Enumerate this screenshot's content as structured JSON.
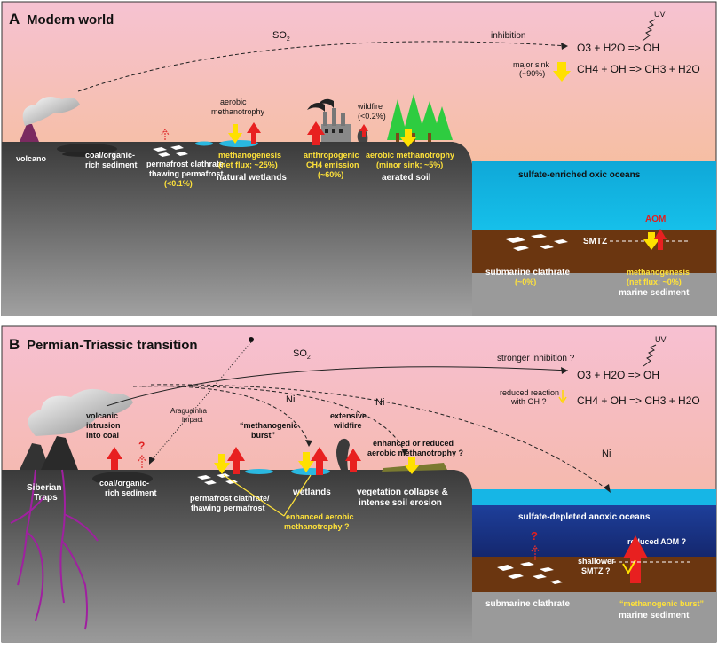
{
  "panelA": {
    "letter": "A",
    "title": "Modern world",
    "so2": "SO",
    "so2_sub": "2",
    "inhibition": "inhibition",
    "uv": "UV",
    "eq1": "O3 + H2O => OH",
    "eq2": "CH4 + OH => CH3 + H2O",
    "major_sink": "major sink",
    "major_sink_pct": "(~90%)",
    "volcano": "volcano",
    "coal1": "coal/organic-",
    "coal2": "rich sediment",
    "perma1": "permafrost clathrate/",
    "perma2": "thawing permafrost",
    "perma3": "(<0.1%)",
    "aerobic1": "aerobic",
    "aerobic2": "methanotrophy",
    "methanogenesis": "methanogenesis",
    "methano_flux": "(net flux; ~25%)",
    "natural_wetlands": "natural wetlands",
    "anthro1": "anthropogenic",
    "anthro2": "CH4 emission",
    "anthro3": "(~60%)",
    "wildfire1": "wildfire",
    "wildfire2": "(<0.2%)",
    "aerobic_methano": "aerobic methanotrophy",
    "minor_sink": "(minor sink; ~5%)",
    "aerated_soil": "aerated soil",
    "oceans": "sulfate-enriched oxic oceans",
    "aom": "AOM",
    "smtz": "SMTZ",
    "submarine": "submarine clathrate",
    "submarine_pct": "(~0%)",
    "marine_methano": "methanogenesis",
    "marine_flux": "(net flux; ~0%)",
    "marine_sediment": "marine sediment"
  },
  "panelB": {
    "letter": "B",
    "title": "Permian-Triassic transition",
    "so2": "SO",
    "so2_sub": "2",
    "stronger": "stronger inhibition ?",
    "uv": "UV",
    "eq1": "O3 + H2O => OH",
    "eq2": "CH4 + OH => CH3 + H2O",
    "reduced1": "reduced reaction",
    "reduced2": "with OH ?",
    "ni1": "Ni",
    "ni2": "Ni",
    "ni3": "Ni",
    "impact1": "Araguainha",
    "impact2": "impact",
    "volc1": "volcanic",
    "volc2": "intrusion",
    "volc3": "into coal",
    "qmark": "?",
    "siberian1": "Siberian",
    "siberian2": "Traps",
    "coal1": "coal/organic-",
    "coal2": "rich sediment",
    "burst": "“methanogenic",
    "burst2": "burst”",
    "perma1": "permafrost clathrate/",
    "perma2": "thawing permafrost",
    "wetlands": "wetlands",
    "enhanced1": "enhanced aerobic",
    "enhanced2": "methanotrophy ?",
    "ext1": "extensive",
    "ext2": "wildfire",
    "enh_red1": "enhanced or reduced",
    "enh_red2": "aerobic methanotrophy ?",
    "veg1": "vegetation collapse &",
    "veg2": "intense soil erosion",
    "oceans": "sulfate-depleted anoxic oceans",
    "reduced_aom": "reduced AOM ?",
    "shallower1": "shallower",
    "shallower2": "SMTZ ?",
    "submarine": "submarine clathrate",
    "marine_burst": "“methanogenic burst”",
    "marine_sediment": "marine sediment"
  }
}
